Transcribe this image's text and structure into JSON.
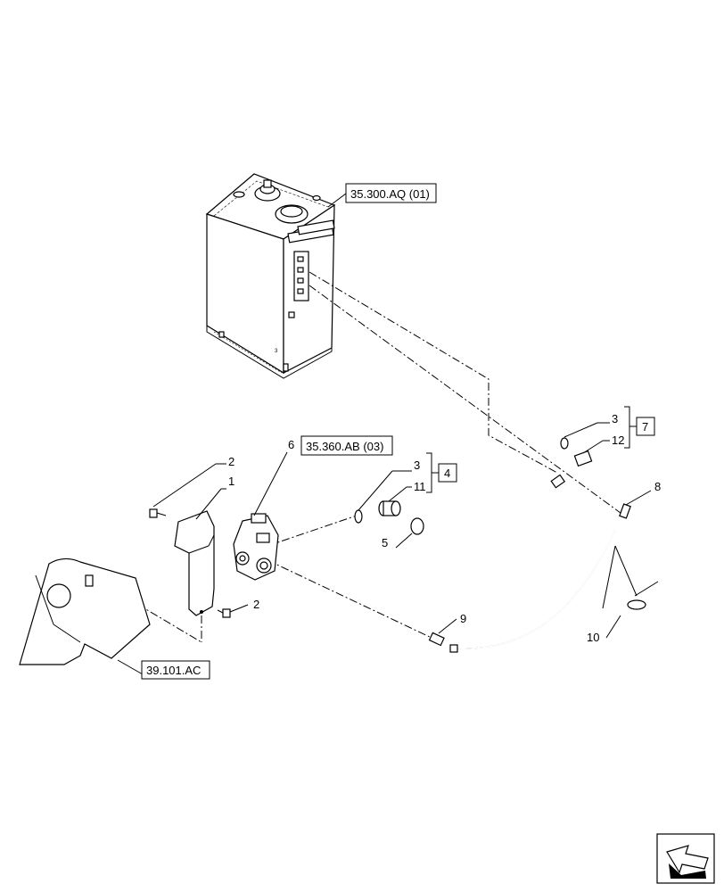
{
  "references": {
    "tank_ref": "35.300.AQ (01)",
    "valve_ref": "35.360.AB (03)",
    "frame_ref": "39.101.AC"
  },
  "callouts": {
    "bracket": "1",
    "bolt_top": "2",
    "bolt_bottom": "2",
    "oring_upper": "3",
    "oring_lower": "3",
    "kit_upper": "7",
    "kit_lower": "4",
    "hose_fitting": "5",
    "valve": "6",
    "hose_end": "8",
    "adapter": "9",
    "clamp": "10",
    "elbow": "11",
    "adapter_upper": "12"
  },
  "icons": {
    "nav": "next-page-arrow-icon"
  }
}
